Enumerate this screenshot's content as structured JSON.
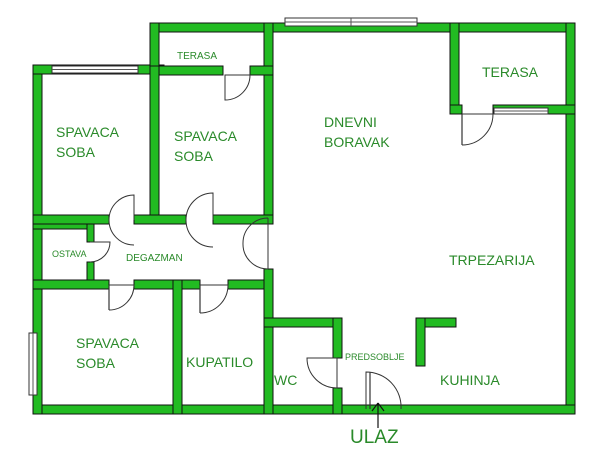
{
  "rooms": {
    "bedroom_1": [
      "SPAVACA",
      "SOBA"
    ],
    "bedroom_2": [
      "SPAVACA",
      "SOBA"
    ],
    "bedroom_3": [
      "SPAVACA",
      "SOBA"
    ],
    "terrace_small": "TERASA",
    "terrace_right": "TERASA",
    "living": [
      "DNEVNI",
      "BORAVAK"
    ],
    "dining": "TRPEZARIJA",
    "storage": "OSTAVA",
    "hallway": "DEGAZMAN",
    "bathroom": "KUPATILO",
    "wc": "WC",
    "foyer": "PREDSOBLJE",
    "kitchen": "KUHINJA"
  },
  "entrance": "ULAZ",
  "colors": {
    "wall": "#22bb22",
    "label": "#2a8a2a",
    "outline": "#111111"
  }
}
